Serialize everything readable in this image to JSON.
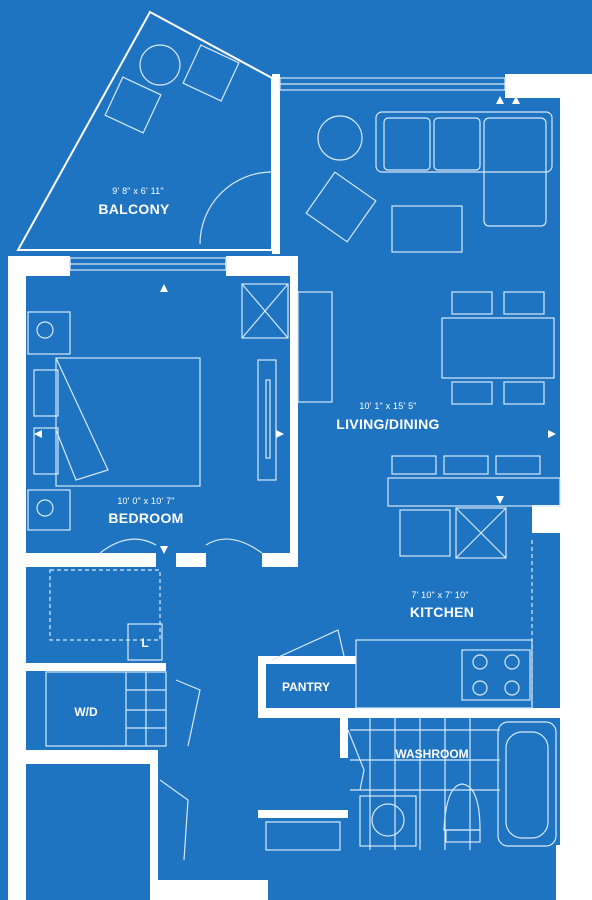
{
  "colors": {
    "background": "#1f74c1",
    "wall": "#ffffff",
    "line": "#d6e8f8"
  },
  "rooms": {
    "balcony": {
      "name": "BALCONY",
      "dims": "9' 8\" x 6' 11\""
    },
    "living_dining": {
      "name": "LIVING/DINING",
      "dims": "10' 1\" x 15' 5\""
    },
    "bedroom": {
      "name": "BEDROOM",
      "dims": "10' 0\" x 10' 7\""
    },
    "kitchen": {
      "name": "KITCHEN",
      "dims": "7' 10\" x 7' 10\""
    },
    "pantry": {
      "name": "PANTRY"
    },
    "washroom": {
      "name": "WASHROOM"
    },
    "laundry": {
      "name": "W/D"
    },
    "linen": {
      "name": "L"
    }
  }
}
